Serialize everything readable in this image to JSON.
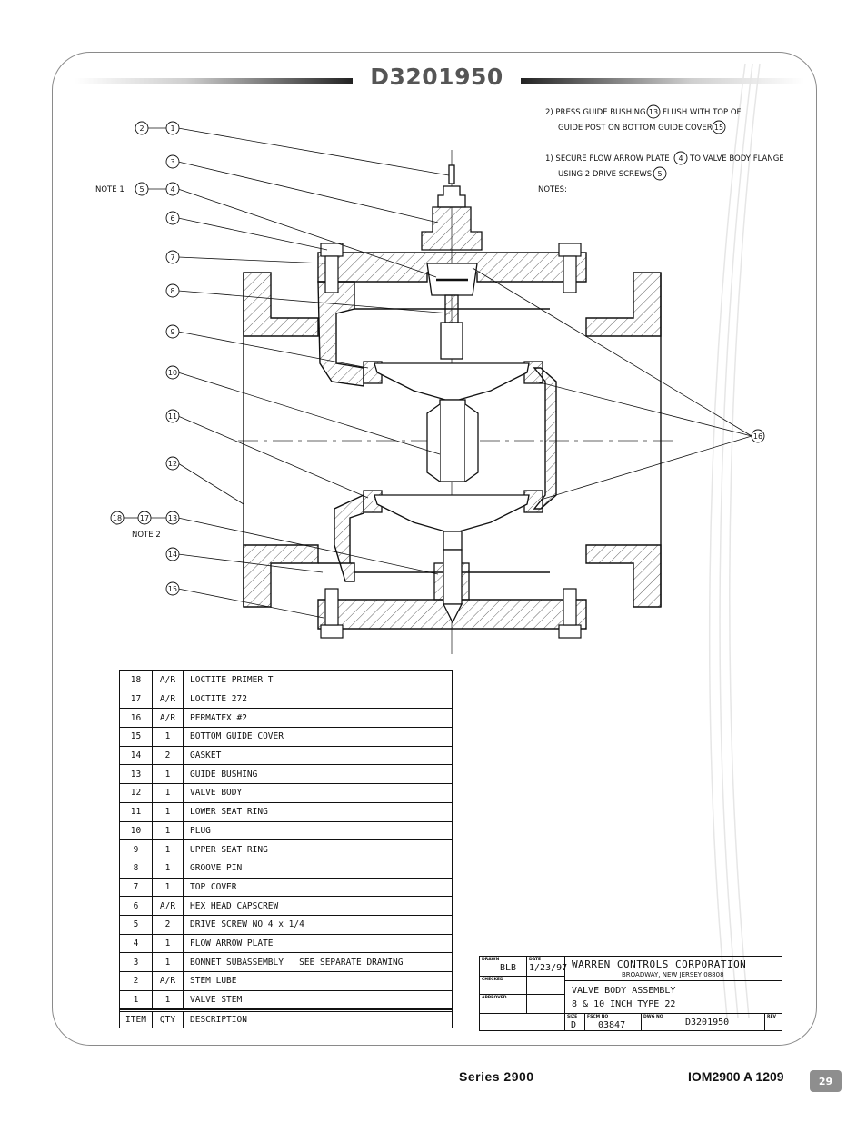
{
  "drawing_number": "D3201950",
  "notes": {
    "heading": "NOTES:",
    "note1_line1_a": "1) SECURE FLOW ARROW PLATE",
    "note1_ref": "4",
    "note1_line1_b": "TO VALVE BODY FLANGE",
    "note1_line2_a": "USING 2 DRIVE SCREWS",
    "note1_line2_ref": "5",
    "note2_line1_a": "2) PRESS GUIDE BUSHING",
    "note2_ref": "13",
    "note2_line1_b": "FLUSH WITH TOP OF",
    "note2_line2_a": "GUIDE POST ON BOTTOM GUIDE COVER",
    "note2_line2_ref": "15"
  },
  "callouts": {
    "note1_label": "NOTE 1",
    "note2_label": "NOTE 2",
    "b1": "1",
    "b2": "2",
    "b3": "3",
    "b4": "4",
    "b5": "5",
    "b6": "6",
    "b7": "7",
    "b8": "8",
    "b9": "9",
    "b10": "10",
    "b11": "11",
    "b12": "12",
    "b13": "13",
    "b14": "14",
    "b15": "15",
    "b16": "16",
    "b17": "17",
    "b18": "18"
  },
  "bom": {
    "rows": [
      {
        "item": "18",
        "qty": "A/R",
        "desc": "LOCTITE PRIMER T"
      },
      {
        "item": "17",
        "qty": "A/R",
        "desc": "LOCTITE 272"
      },
      {
        "item": "16",
        "qty": "A/R",
        "desc": "PERMATEX #2"
      },
      {
        "item": "15",
        "qty": "1",
        "desc": "BOTTOM GUIDE COVER"
      },
      {
        "item": "14",
        "qty": "2",
        "desc": "GASKET"
      },
      {
        "item": "13",
        "qty": "1",
        "desc": "GUIDE BUSHING"
      },
      {
        "item": "12",
        "qty": "1",
        "desc": "VALVE BODY"
      },
      {
        "item": "11",
        "qty": "1",
        "desc": "LOWER SEAT RING"
      },
      {
        "item": "10",
        "qty": "1",
        "desc": "PLUG"
      },
      {
        "item": "9",
        "qty": "1",
        "desc": "UPPER SEAT RING"
      },
      {
        "item": "8",
        "qty": "1",
        "desc": "GROOVE PIN"
      },
      {
        "item": "7",
        "qty": "1",
        "desc": "TOP COVER"
      },
      {
        "item": "6",
        "qty": "A/R",
        "desc": "HEX HEAD CAPSCREW"
      },
      {
        "item": "5",
        "qty": "2",
        "desc": "DRIVE SCREW NO 4 x 1/4"
      },
      {
        "item": "4",
        "qty": "1",
        "desc": "FLOW ARROW PLATE"
      },
      {
        "item": "3",
        "qty": "1",
        "desc": "BONNET SUBASSEMBLY   SEE SEPARATE DRAWING"
      },
      {
        "item": "2",
        "qty": "A/R",
        "desc": "STEM LUBE"
      },
      {
        "item": "1",
        "qty": "1",
        "desc": "VALVE STEM"
      }
    ],
    "header": {
      "item": "ITEM",
      "qty": "QTY",
      "desc": "DESCRIPTION"
    }
  },
  "title_block": {
    "drawn_label": "DRAWN",
    "drawn_by": "BLB",
    "date_label": "DATE",
    "date": "1/23/97",
    "checked_label": "CHECKED",
    "approved_label": "APPROVED",
    "company": "WARREN CONTROLS CORPORATION",
    "address": "BROADWAY, NEW JERSEY 08808",
    "title_line1": "VALVE BODY ASSEMBLY",
    "title_line2": "8 & 10 INCH TYPE 22",
    "size_label": "SIZE",
    "size": "D",
    "fscm_label": "FSCM NO",
    "fscm": "03847",
    "dwg_label": "DWG NO",
    "dwg_no": "D3201950",
    "rev_label": "REV"
  },
  "footer": {
    "series": "Series 2900",
    "doc": "IOM2900 A 1209",
    "page": "29"
  }
}
